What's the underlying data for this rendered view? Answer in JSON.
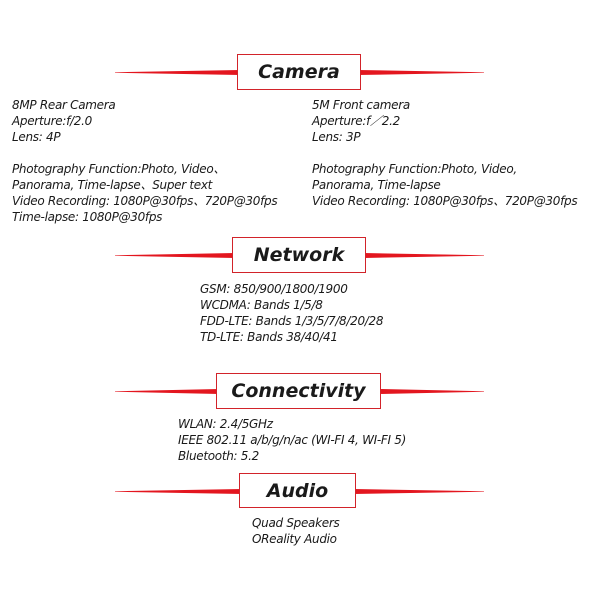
{
  "sections": {
    "camera": {
      "title": "Camera",
      "rear": [
        "8MP Rear Camera",
        "Aperture:f/2.0",
        "Lens: 4P",
        "",
        "Photography Function:Photo, Video、",
        "Panorama, Time-lapse、Super text",
        "Video Recording: 1080P@30fps、720P@30fps",
        "Time-lapse: 1080P@30fps"
      ],
      "front": [
        "5M Front camera",
        "Aperture:f／2.2",
        "Lens: 3P",
        "",
        "Photography Function:Photo, Video,",
        "Panorama, Time-lapse",
        "Video Recording: 1080P@30fps、720P@30fps"
      ]
    },
    "network": {
      "title": "Network",
      "lines": [
        "GSM: 850/900/1800/1900",
        "WCDMA: Bands 1/5/8",
        "FDD-LTE: Bands 1/3/5/7/8/20/28",
        "TD-LTE: Bands 38/40/41"
      ]
    },
    "connectivity": {
      "title": "Connectivity",
      "lines": [
        "WLAN: 2.4/5GHz",
        "IEEE 802.11 a/b/g/n/ac (WI-FI 4, WI-FI 5)",
        "Bluetooth: 5.2"
      ]
    },
    "audio": {
      "title": "Audio",
      "lines": [
        "Quad Speakers",
        "OReality Audio"
      ]
    }
  },
  "colors": {
    "accent": "#e3161f",
    "text": "#1a1a1a"
  }
}
